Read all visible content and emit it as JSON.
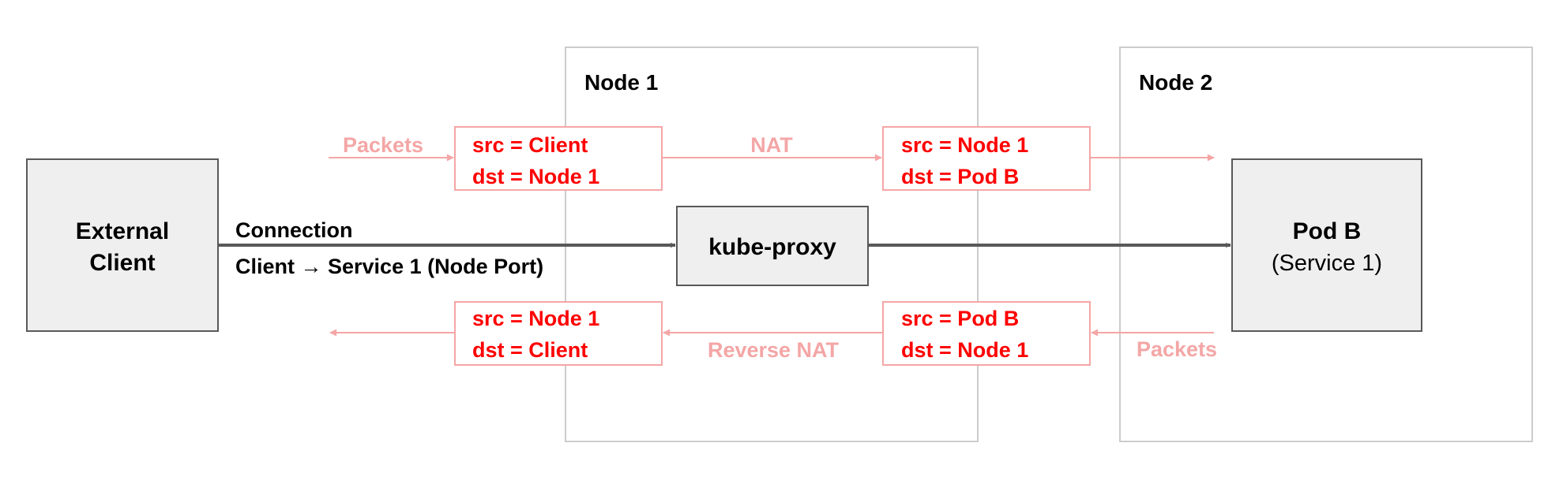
{
  "nodes": {
    "node1": {
      "title": "Node 1"
    },
    "node2": {
      "title": "Node 2"
    }
  },
  "external_client": {
    "line1": "External",
    "line2": "Client"
  },
  "kube_proxy": {
    "label": "kube-proxy"
  },
  "pod_b": {
    "name": "Pod B",
    "subtitle": "(Service 1)"
  },
  "connection": {
    "label": "Connection",
    "detail": "Client → Service 1 (Node Port)"
  },
  "forward": {
    "packets_label": "Packets",
    "nat_label": "NAT",
    "box1": {
      "src": "src = Client",
      "dst": "dst = Node 1"
    },
    "box2": {
      "src": "src = Node 1",
      "dst": "dst = Pod B"
    }
  },
  "reverse": {
    "packets_label": "Packets",
    "nat_label": "Reverse NAT",
    "box1": {
      "src": "src = Node 1",
      "dst": "dst = Client"
    },
    "box2": {
      "src": "src = Pod B",
      "dst": "dst = Node 1"
    }
  },
  "colors": {
    "packet_box_text": "#ff0000",
    "packet_box_border": "#f4a6a6",
    "packet_label": "#f4a6a6",
    "packet_arrow": "#f4a6a6",
    "node_border": "#cccccc",
    "component_fill": "#efefef",
    "component_border": "#595959",
    "connection_arrow": "#595959",
    "text": "#000000"
  }
}
